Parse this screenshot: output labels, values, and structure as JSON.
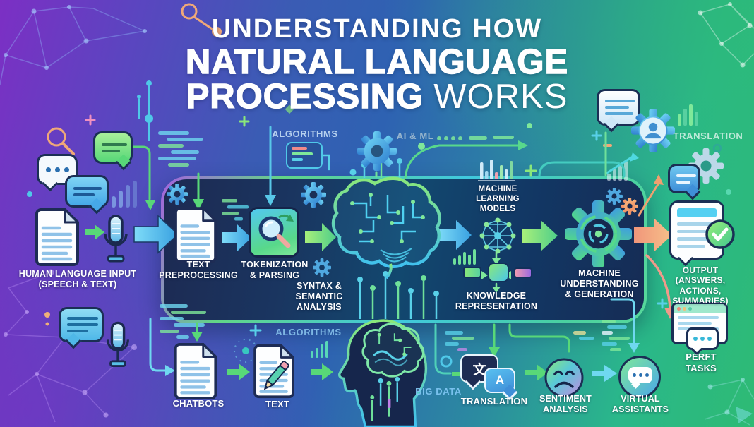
{
  "title": {
    "line1": "UNDERSTANDING HOW",
    "line2": "NATURAL LANGUAGE",
    "line3_bold": "PROCESSING",
    "line3_light": "WORKS"
  },
  "watermarks": {
    "algorithms_top": "ALGORITHMS",
    "ai_ml": "AI & ML",
    "translation_top": "TRANSLATION",
    "algorithms_bottom": "ALGORITHMS",
    "big_data": "BIG DATA"
  },
  "flow": {
    "input": {
      "label": "HUMAN LANGUAGE INPUT\n(SPEECH & TEXT)"
    },
    "preprocessing": {
      "label": "TEXT\nPREPROCESSING"
    },
    "tokenization": {
      "label": "TOKENIZATION\n& PARSING"
    },
    "syntax": {
      "label": "SYNTAX &\nSEMANTIC\nANALYSIS"
    },
    "ml_models": {
      "label": "MACHINE\nLEARNING\nMODELS"
    },
    "knowledge": {
      "label": "KNOWLEDGE\nREPRESENTATION"
    },
    "understanding": {
      "label": "MACHINE\nUNDERSTANDING\n& GENERATION"
    },
    "output": {
      "label": "OUTPUT\n(ANSWERS, ACTIONS,\nSUMMARIES)"
    }
  },
  "applications": {
    "chatbots": {
      "label": "CHATBOTS"
    },
    "text": {
      "label": "TEXT"
    },
    "translation": {
      "label": "TRANSLATION",
      "glyph_zh": "文",
      "glyph_a": "A"
    },
    "sentiment": {
      "label": "SENTIMENT\nANALYSIS"
    },
    "virtual_assistants": {
      "label": "VIRTUAL\nASSISTANTS"
    },
    "perform_tasks": {
      "label": "PERFT TASKS"
    }
  },
  "icons": [
    "speech-bubble-icon",
    "document-icon",
    "microphone-icon",
    "magnifier-icon",
    "gear-icon",
    "brain-circuit-icon",
    "neural-network-icon",
    "bar-chart-icon",
    "knowledge-nodes-icon",
    "big-gear-icon",
    "person-gear-icon",
    "document-check-icon",
    "browser-window-icon",
    "translation-bubbles-icon",
    "sad-face-icon",
    "assistant-bubble-icon",
    "head-circuit-icon",
    "pencil-document-icon",
    "constellation-decoration"
  ],
  "colors": {
    "bg_purple": "#7c2fc4",
    "bg_blue": "#2e62b2",
    "bg_teal": "#2ab88a",
    "bg_green": "#2eba74",
    "panel_navy": "#1b2a52",
    "accent_cyan": "#3ec9e8",
    "accent_green": "#5fdd8c",
    "accent_orange": "#f0966a",
    "accent_pink": "#e88ad8",
    "text_white": "#ffffff"
  }
}
